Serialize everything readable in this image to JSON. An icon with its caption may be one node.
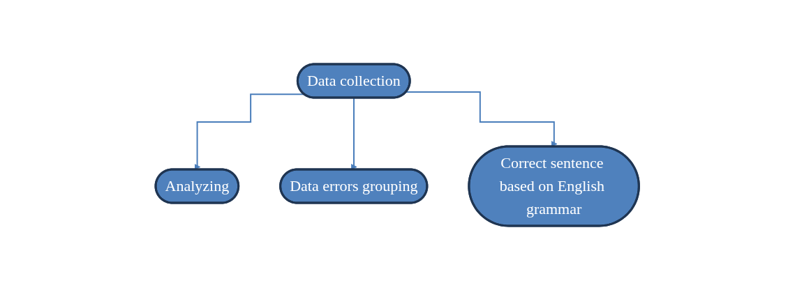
{
  "diagram": {
    "nodes": [
      {
        "text": [
          "Data collection"
        ]
      },
      {
        "text": [
          "Analyzing"
        ]
      },
      {
        "text": [
          "Data errors grouping"
        ]
      },
      {
        "text": [
          "Correct sentence based on English grammar"
        ]
      }
    ],
    "edges": [
      {
        "from": 0,
        "to": 1,
        "arrow": "to"
      },
      {
        "from": 0,
        "to": 2,
        "arrow": "to"
      },
      {
        "from": 0,
        "to": 3,
        "arrow": "to"
      }
    ]
  }
}
